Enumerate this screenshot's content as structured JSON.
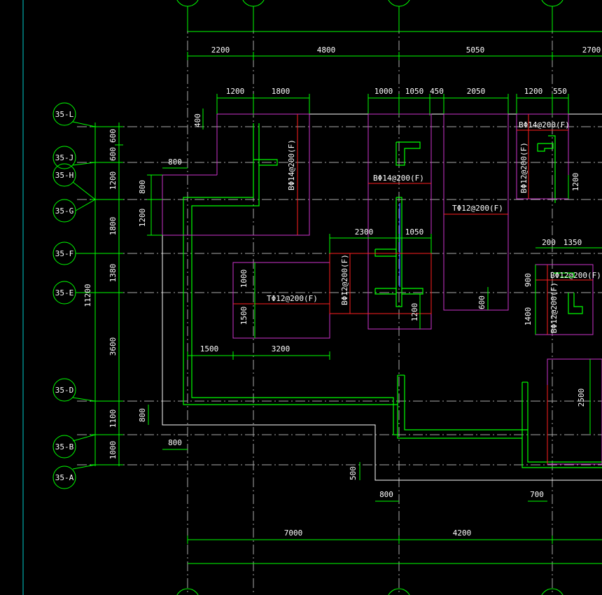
{
  "colors": {
    "background": "#000000",
    "green": "#00ff00",
    "magenta": "#cc33cc",
    "red": "#ff2020",
    "white": "#ffffff",
    "gray": "#bbbbbb",
    "cyan": "#00cccc",
    "blue": "#3355ff"
  },
  "axes": {
    "left": [
      "35-L",
      "35-J",
      "35-H",
      "35-G",
      "35-F",
      "35-E",
      "35-D",
      "35-B",
      "35-A"
    ]
  },
  "dimensions": {
    "top_overall": [
      "2200",
      "4800",
      "5050",
      "2700"
    ],
    "top_detail": [
      "1200",
      "1800",
      "1000",
      "1050",
      "450",
      "2050",
      "1200",
      "550"
    ],
    "left_overall": "11200",
    "left_spacings": [
      "600",
      "600",
      "1200",
      "1800",
      "1380",
      "3600",
      "1100",
      "1000"
    ],
    "bottom": [
      "7000",
      "4200"
    ],
    "inner": {
      "d400": "400",
      "d800a": "800",
      "d800b": "800",
      "d1200a": "1200",
      "d2300": "2300",
      "d1050": "1050",
      "d1000": "1000",
      "d1500v": "1500",
      "d1500h": "1500",
      "d3200": "3200",
      "d1200b": "1200",
      "d600": "600",
      "d200": "200",
      "d1350": "1350",
      "d900": "900",
      "d1400": "1400",
      "d1200c": "1200",
      "d2500": "2500",
      "d800c": "800",
      "d800d": "800",
      "d500": "500",
      "d800e": "800",
      "d700": "700"
    }
  },
  "rebar_labels": {
    "b14_vert": "BΦ14@200(F)",
    "b14_center": "BΦ14@200(F)",
    "b14_right": "BΦ14@200(F)",
    "b12_right_top": "BΦ12@200(F)",
    "t12_right": "TΦ12@200(F)",
    "b12_center": "BΦ12@200(F)",
    "t12_left": "TΦ12@200(F)",
    "b12_lower_right": "BΦ12@200(F)",
    "b12_lower_right_v": "BΦ12@200(F)"
  }
}
